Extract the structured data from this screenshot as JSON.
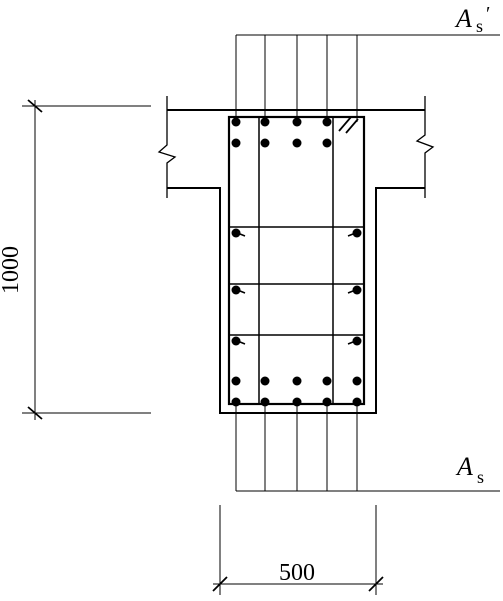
{
  "labels": {
    "top_steel_symbol": "A",
    "top_steel_subscript": "s",
    "top_steel_prime": "′",
    "bottom_steel_symbol": "A",
    "bottom_steel_subscript": "s"
  },
  "dimensions": {
    "height_value": "1000",
    "width_value": "500"
  },
  "colors": {
    "line": "#000000",
    "background": "#ffffff"
  }
}
